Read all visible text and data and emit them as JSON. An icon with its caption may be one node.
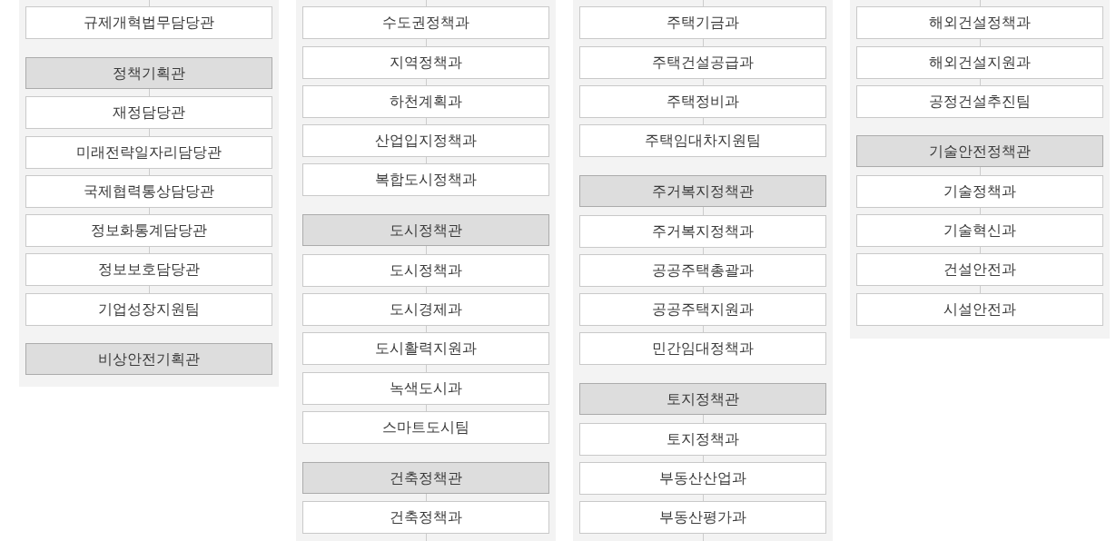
{
  "diagram": {
    "nodes": [
      {
        "text": [],
        "shape": "box"
      },
      {
        "text": [
          "규제개혁법무담당관"
        ],
        "in": 0
      },
      {
        "text": [
          "정책기획관"
        ],
        "in": 0
      },
      {
        "text": [
          "재정담당관"
        ],
        "in": 0
      },
      {
        "text": [
          "미래전략일자리담당관"
        ],
        "in": 0
      },
      {
        "text": [
          "국제협력통상담당관"
        ],
        "in": 0
      },
      {
        "text": [
          "정보화통계담당관"
        ],
        "in": 0
      },
      {
        "text": [
          "정보보호담당관"
        ],
        "in": 0
      },
      {
        "text": [
          "기업성장지원팀"
        ],
        "in": 0
      },
      {
        "text": [
          "비상안전기획관"
        ],
        "in": 0
      },
      {
        "text": [],
        "shape": "box"
      },
      {
        "text": [
          "수도권정책과"
        ],
        "in": 10
      },
      {
        "text": [
          "지역정책과"
        ],
        "in": 10
      },
      {
        "text": [
          "하천계획과"
        ],
        "in": 10
      },
      {
        "text": [
          "산업입지정책과"
        ],
        "in": 10
      },
      {
        "text": [
          "복합도시정책과"
        ],
        "in": 10
      },
      {
        "text": [
          "도시정책관"
        ],
        "in": 10
      },
      {
        "text": [
          "도시정책과"
        ],
        "in": 10
      },
      {
        "text": [
          "도시경제과"
        ],
        "in": 10
      },
      {
        "text": [
          "도시활력지원과"
        ],
        "in": 10
      },
      {
        "text": [
          "녹색도시과"
        ],
        "in": 10
      },
      {
        "text": [
          "스마트도시팀"
        ],
        "in": 10
      },
      {
        "text": [
          "건축정책관"
        ],
        "in": 10
      },
      {
        "text": [
          "건축정책과"
        ],
        "in": 10
      },
      {
        "text": [],
        "shape": "box"
      },
      {
        "text": [
          "주택기금과"
        ],
        "in": 24
      },
      {
        "text": [
          "주택건설공급과"
        ],
        "in": 24
      },
      {
        "text": [
          "주택정비과"
        ],
        "in": 24
      },
      {
        "text": [
          "주택임대차지원팀"
        ],
        "in": 24
      },
      {
        "text": [
          "주거복지정책관"
        ],
        "in": 24
      },
      {
        "text": [
          "주거복지정책과"
        ],
        "in": 24
      },
      {
        "text": [
          "공공주택총괄과"
        ],
        "in": 24
      },
      {
        "text": [
          "공공주택지원과"
        ],
        "in": 24
      },
      {
        "text": [
          "민간임대정책과"
        ],
        "in": 24
      },
      {
        "text": [
          "토지정책관"
        ],
        "in": 24
      },
      {
        "text": [
          "토지정책과"
        ],
        "in": 24
      },
      {
        "text": [
          "부동산산업과"
        ],
        "in": 24
      },
      {
        "text": [
          "부동산평가과"
        ],
        "in": 24
      },
      {
        "text": [],
        "shape": "box"
      },
      {
        "text": [
          "해외건설정책과"
        ],
        "in": 38
      },
      {
        "text": [
          "해외건설지원과"
        ],
        "in": 38
      },
      {
        "text": [
          "공정건설추진팀"
        ],
        "in": 38
      },
      {
        "text": [
          "기술안전정책관"
        ],
        "in": 38
      },
      {
        "text": [
          "기술정책과"
        ],
        "in": 38
      },
      {
        "text": [
          "기술혁신과"
        ],
        "in": 38
      },
      {
        "text": [
          "건설안전과"
        ],
        "in": 38
      },
      {
        "text": [
          "시설안전과"
        ],
        "in": 38
      }
    ],
    "edges": [
      {
        "from": null,
        "to": 1,
        "arrow": "none"
      },
      {
        "from": 2,
        "to": 3,
        "arrow": "none"
      },
      {
        "from": 3,
        "to": 4,
        "arrow": "none"
      },
      {
        "from": 4,
        "to": 5,
        "arrow": "none"
      },
      {
        "from": 5,
        "to": 6,
        "arrow": "none"
      },
      {
        "from": 6,
        "to": 7,
        "arrow": "none"
      },
      {
        "from": 7,
        "to": 8,
        "arrow": "none"
      },
      {
        "from": null,
        "to": 11,
        "arrow": "none"
      },
      {
        "from": 11,
        "to": 12,
        "arrow": "none"
      },
      {
        "from": 12,
        "to": 13,
        "arrow": "none"
      },
      {
        "from": 13,
        "to": 14,
        "arrow": "none"
      },
      {
        "from": 14,
        "to": 15,
        "arrow": "none"
      },
      {
        "from": 16,
        "to": 17,
        "arrow": "none"
      },
      {
        "from": 17,
        "to": 18,
        "arrow": "none"
      },
      {
        "from": 18,
        "to": 19,
        "arrow": "none"
      },
      {
        "from": 19,
        "to": 20,
        "arrow": "none"
      },
      {
        "from": 20,
        "to": 21,
        "arrow": "none"
      },
      {
        "from": 22,
        "to": 23,
        "arrow": "none"
      },
      {
        "from": 23,
        "to": null,
        "arrow": "none"
      },
      {
        "from": null,
        "to": 25,
        "arrow": "none"
      },
      {
        "from": 25,
        "to": 26,
        "arrow": "none"
      },
      {
        "from": 26,
        "to": 27,
        "arrow": "none"
      },
      {
        "from": 27,
        "to": 28,
        "arrow": "none"
      },
      {
        "from": 29,
        "to": 30,
        "arrow": "none"
      },
      {
        "from": 30,
        "to": 31,
        "arrow": "none"
      },
      {
        "from": 31,
        "to": 32,
        "arrow": "none"
      },
      {
        "from": 32,
        "to": 33,
        "arrow": "none"
      },
      {
        "from": 34,
        "to": 35,
        "arrow": "none"
      },
      {
        "from": 35,
        "to": 36,
        "arrow": "none"
      },
      {
        "from": 36,
        "to": 37,
        "arrow": "none"
      },
      {
        "from": 37,
        "to": null,
        "arrow": "none"
      },
      {
        "from": null,
        "to": 39,
        "arrow": "none"
      },
      {
        "from": 39,
        "to": 40,
        "arrow": "none"
      },
      {
        "from": 40,
        "to": 41,
        "arrow": "none"
      },
      {
        "from": 42,
        "to": 43,
        "arrow": "none"
      },
      {
        "from": 43,
        "to": 44,
        "arrow": "none"
      },
      {
        "from": 44,
        "to": 45,
        "arrow": "none"
      },
      {
        "from": 45,
        "to": 46,
        "arrow": "none"
      }
    ]
  }
}
